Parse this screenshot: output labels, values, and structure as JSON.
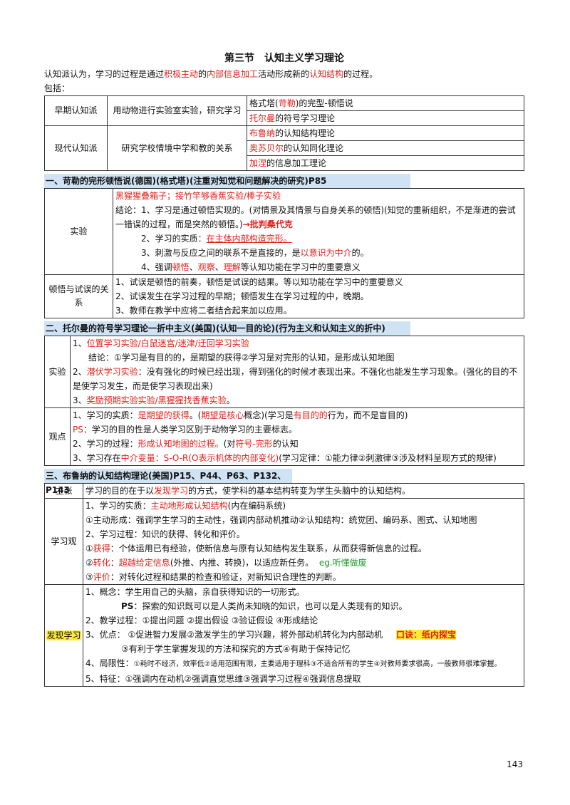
{
  "title": "第三节　认知主义学习理论",
  "intro": {
    "p1": "认知派认为，学习的过程是通过",
    "k1": "积极主动",
    "p2": "的",
    "k2": "内部信息加工",
    "p3": "活动形成新的",
    "k3": "认知结构",
    "p4": "的过程。",
    "includes": "包括："
  },
  "overview": {
    "early": {
      "name": "早期认知派",
      "desc": "用动物进行实验室实验，研究学习",
      "r1a": "格式塔(",
      "r1b": "苛勒",
      "r1c": ")的完型-顿悟说",
      "r2a": "托尔曼",
      "r2b": "的符号学习理论"
    },
    "modern": {
      "name": "现代认知派",
      "desc": "研究学校情境中学和教的关系",
      "r1a": "布鲁纳",
      "r1b": "的认知结构理论",
      "r2a": "奥苏贝尔",
      "r2b": "的认知同化理论",
      "r3a": "加涅",
      "r3b": "的信息加工理论"
    }
  },
  "s1": {
    "heading": "一、苛勒的完形顿悟说(德国)(格式塔)(注重对知觉和问题解决的研究)P85",
    "exp_label": "实验",
    "exp_line1": "黑猩猩叠箱子；接竹竿够香蕉实验/棒子实验",
    "exp_line2": "结论：1、学习是通过顿悟实现的。(对情景及其情景与自身关系的顿悟)(知觉的重新组织，不是渐进的尝试",
    "exp_line3a": "一错误的过程，而是突然的顿悟。)",
    "exp_line3b": "→批判桑代克",
    "exp_line4a": "2、学习的实质：",
    "exp_line4b": "在主体内部构造完形。",
    "exp_line5a": "3、刺激与反应之间的联系不是直接的，是",
    "exp_line5b": "以意识为中介",
    "exp_line5c": "的。",
    "exp_line6a": "4、强调",
    "exp_line6b": "顿悟",
    "exp_line6c": "、",
    "exp_line6d": "观察",
    "exp_line6e": "、",
    "exp_line6f": "理解",
    "exp_line6g": "等认知功能在学习中的重要意义",
    "trial_label": "顿悟与试误的关系",
    "trial_1": "1、试误是顿悟的前奏，顿悟是试误的结果。等以知功能在学习中的重要意义",
    "trial_2": "2、试误发生在学习过程的早期；顿悟发生在学习过程的中，晚期。",
    "trial_3": "3、教师在教学中应将二者结合起来加以应用。"
  },
  "s2": {
    "heading": "二、托尔曼的符号学习理论一折中主义(美国)(认知一目的论)(行为主义和认知主义的折中)",
    "exp_label": "实验",
    "e1a": "1、",
    "e1b": "位置学习实验/白鼠迷宫/迷津/迂回学习实验",
    "e2": "结论：①学习是有目的的，是期望的获得②学习是对完形的认知，是形成认知地图",
    "e3a": "2、",
    "e3b": "潜伏学习实验",
    "e3c": "：没有强化的时候已经出现，得到强化的时候才表现出来。不强化也能发生学习现象。(强化的目的不",
    "e4": "是使学习发生，而是使学习表现出来)",
    "e5a": "3、",
    "e5b": "奖励预期实验实验/黑猩猩找香蕉实验",
    "e5c": "。",
    "view_label": "观点",
    "v1a": "1、学习的实质：",
    "v1b": "是期望的获得",
    "v1c": "。(",
    "v1d": "期望是核心",
    "v1e": "概念)(学习是",
    "v1f": "有目的的",
    "v1g": "行为，而不是盲目的)",
    "v2a": "PS",
    "v2b": "：学习的目的性是人类学习区别于动物学习的主要标志。",
    "v3a": "2、学习的过程：",
    "v3b": "形成认知地图的过程。",
    "v3c": "(对",
    "v3d": "符号-完形",
    "v3e": "的认知",
    "v4a": "3、学习存在",
    "v4b": "中介变量：S-O-R(O表示机体的内部变化)",
    "v4c": "(学习定律：①能力律②刺激律③涉及材料呈现方式的规律)"
  },
  "s3": {
    "heading": "三、布鲁纳的认知结构理论(美国)P15、P44、P63、P132、P143",
    "zz_label": "主张",
    "zz_a": "学习的目的在于以",
    "zz_b": "发现学习",
    "zz_c": "的方式，使学科的基本结构转变为学生头脑中的认知结构。",
    "xx_label": "学习观",
    "x1a": "1、学习的实质：",
    "x1b": "主动地形成认知结构",
    "x1c": "(内在编码系统)",
    "x2": "①主动形成：强调学生学习的主动性，强调内部动机推动②认知结构：统觉团、编码系、图式、认知地图",
    "x3": "2、学习过程：知识的获得、转化和评价。",
    "x4a": "①",
    "x4b": "获得",
    "x4c": "：个体运用已有经验，使新信息与原有认知结构发生联系，从而获得新信息的过程。",
    "x5a": "②",
    "x5b": "转化",
    "x5c": "：",
    "x5d": "超越给定信息",
    "x5e": "(外推、内推、转换)，以适应新任务。",
    "x5f": "eg.听懂做废",
    "x6a": "③",
    "x6b": "评价",
    "x6c": "：对转化过程和结果的检查和验证，对新知识合理性的判断。",
    "fx_label": "发现学习",
    "f1": "1、概念：学生用自己的头脑，亲自获得知识的一切形式。",
    "f2a": "PS",
    "f2b": "：探索的知识既可以是人类尚未知晓的知识，也可以是人类现有的知识。",
    "f3": "2、教学过程：①提出问题 ②提出假设 ③验证假设 ④形成结论",
    "f4a": "3、优点：  ①促进智力发展②激发学生的学习兴趣，将外部动机转化为内部动机",
    "f4b": "口诀：纸内探宝",
    "f5": "③有利于学生掌握发现的方法和探究的方式④有助于保持记忆",
    "f6a": "4、局限性：",
    "f6b": "①耗时不经济，效率低②适用范围有限，主要适用于理科③不适合所有的学生④对教师要求很高，一般教师很难掌握。",
    "f7": "5、特征：①强调内在动机②强调直觉思维③强调学习过程④强调信息提取"
  },
  "page_number": "143"
}
